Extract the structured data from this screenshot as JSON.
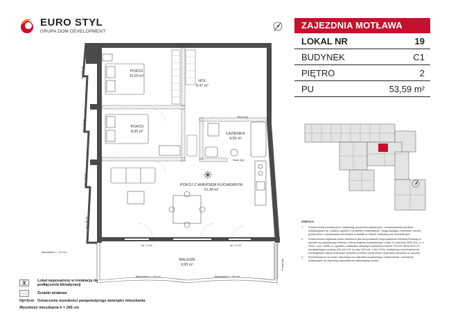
{
  "logo": {
    "title": "EURO STYL",
    "subtitle": "GRUPA DOM DEVELOPMENT"
  },
  "panel": {
    "title": "ZAJEZDNIA MOTŁAWA",
    "rows": [
      {
        "label": "LOKAL NR",
        "value": "19"
      },
      {
        "label": "BUDYNEK",
        "value": "C1"
      },
      {
        "label": "PIĘTRO",
        "value": "2"
      },
      {
        "label": "PU",
        "value": "53,59 m²"
      }
    ]
  },
  "rooms": {
    "pokoj1": {
      "name": "POKÓJ",
      "area": "10,29 m²"
    },
    "hol": {
      "name": "HOL",
      "area": "8,47 m²"
    },
    "pokoj2": {
      "name": "POKÓJ",
      "area": "8,93 m²"
    },
    "lazienka": {
      "name": "ŁAZIENKA",
      "area": "4,56 m²"
    },
    "kitchen": {
      "name": "POKÓJ Z ANEKSEM KUCHENNYM",
      "area": "21,34 m²"
    },
    "balkon": {
      "name": "BALKON",
      "area": "9,95 m²"
    }
  },
  "plan_labels": {
    "nisza_top": "Nisza (hp)",
    "nisza_bottom": "Nisza (hp)",
    "balustrada_1": "Balustrada h = 110 cm",
    "balustrada_2": "Balustrada h = 110 cm",
    "balustrada_3": "Balustrada h = 110 cm",
    "hp_1": "hp = 0 cm",
    "hp_2": "hp = 0 cm",
    "hp_left_1": "hp = 45 cm",
    "hp_left_2": "hp = 45 cm",
    "hp_left_3": "hp = 45 cm",
    "hp_left_4": "hp = 45 cm",
    "przegroda": "Przegroda"
  },
  "notes": {
    "title": "UWAGA:",
    "items": [
      {
        "n": "1.",
        "text": "Powierzchnię pomieszczeń, lokalizację przyborów sanitarnych, rozmieszczenie punktów instalacyjnych itp. podano zgodnie z projektem budowlanym. Mogą wystąpić niewielkie różnice powierzchni i usytuowania elementów powstałe w trakcie realizacji prac budowlanych."
      },
      {
        "n": "2.",
        "text": "Powierzchnia użytkowa lokalu określona jest na podstawie rozporządzenia Ministra Rozwoju w sprawie szczegółowego zakresu i formy projektu budowlanego z dnia 11 września 2020 (Dz. U. z 2020 r. poz. 1609), tj. zgodnie z zasadami zawartymi polskiej w normie PN-ISO 9836:2022-07, uwzględniając przepisy §14 pkt 4 lit. a) oraz §20 ust. 1 pkt 4 lit b) niniejszego rozporządzenia. Szczegółowe zapisy dotyczące sposobu pomiaru powierzchni użytkowej wskazano w umowie."
      },
      {
        "n": "3.",
        "text": "Przedstawiona na rzucie aranżacja ma charakter przykładowy, umeblowanie i zabudowy instalacyjne nie stanowią wyposażenia nabywanego lokalu."
      }
    ]
  },
  "legend": {
    "item1": "Lokal wyposażony w instalację do podłączenia klimatyzacji",
    "item2": "Ścianki działowe",
    "item3_sym": "Hp=0cm",
    "item3": "Oznaczenie wysokości parapetu/progu wewnątrz mieszkania",
    "item4": "Wysokość mieszkania h = 265 cm"
  },
  "colors": {
    "brand": "#c8102e",
    "wall": "#4a4a4a",
    "hatch": "#9a9a9a"
  }
}
